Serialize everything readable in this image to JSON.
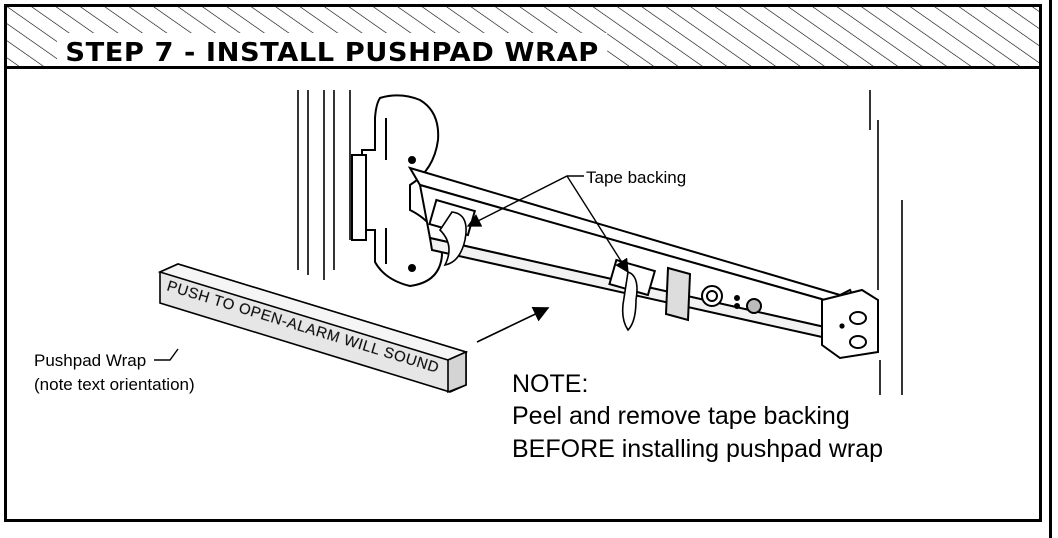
{
  "header": {
    "title": "STEP 7 - INSTALL PUSHPAD WRAP"
  },
  "callouts": {
    "tape_backing": "Tape backing",
    "pushpad_wrap": "Pushpad Wrap",
    "pushpad_wrap_note": "(note text orientation)"
  },
  "wrap_text": "PUSH TO OPEN-ALARM WILL SOUND",
  "note": {
    "heading": "NOTE:",
    "line1": "Peel and remove tape backing",
    "line2": "BEFORE installing pushpad wrap"
  },
  "colors": {
    "line": "#000000",
    "wrap_fill": "#e6e6e6",
    "hatch": "#000000"
  }
}
